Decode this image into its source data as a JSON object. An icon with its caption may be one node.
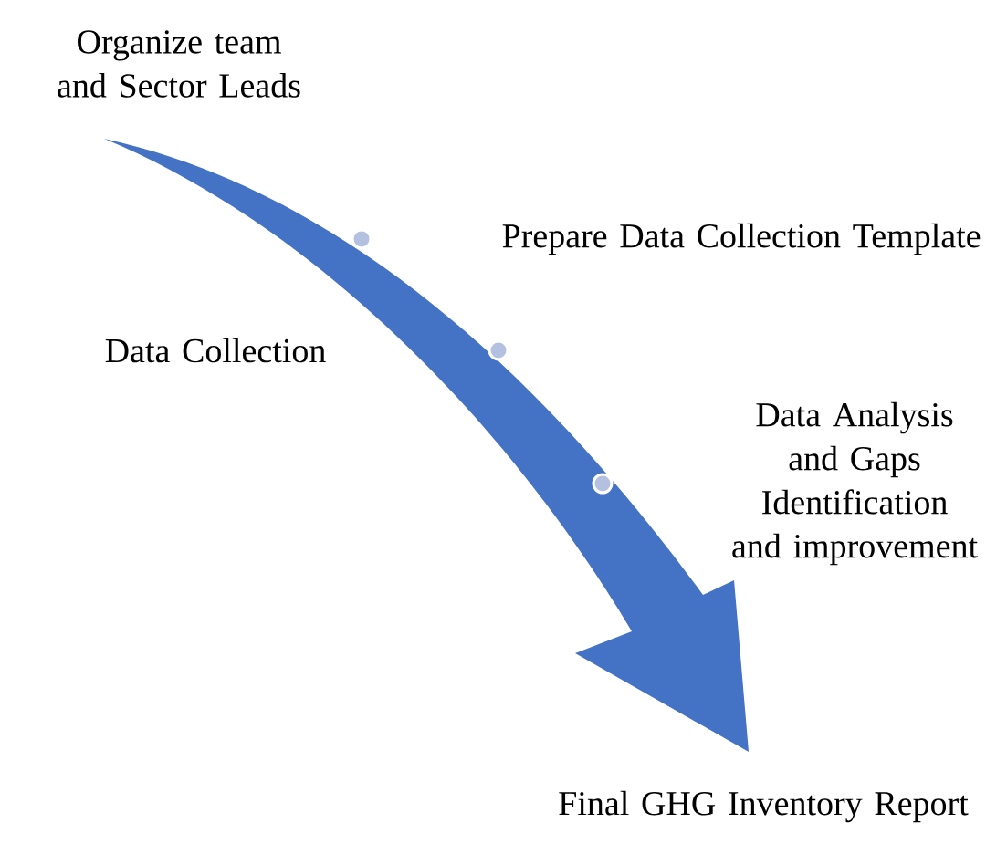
{
  "diagram": {
    "labels": [
      "Organize team and Sector Leads",
      "Prepare Data Collection Template",
      "Data Collection",
      "Data Analysis and Gaps Identification and improvement",
      "Final GHG Inventory Report"
    ]
  }
}
